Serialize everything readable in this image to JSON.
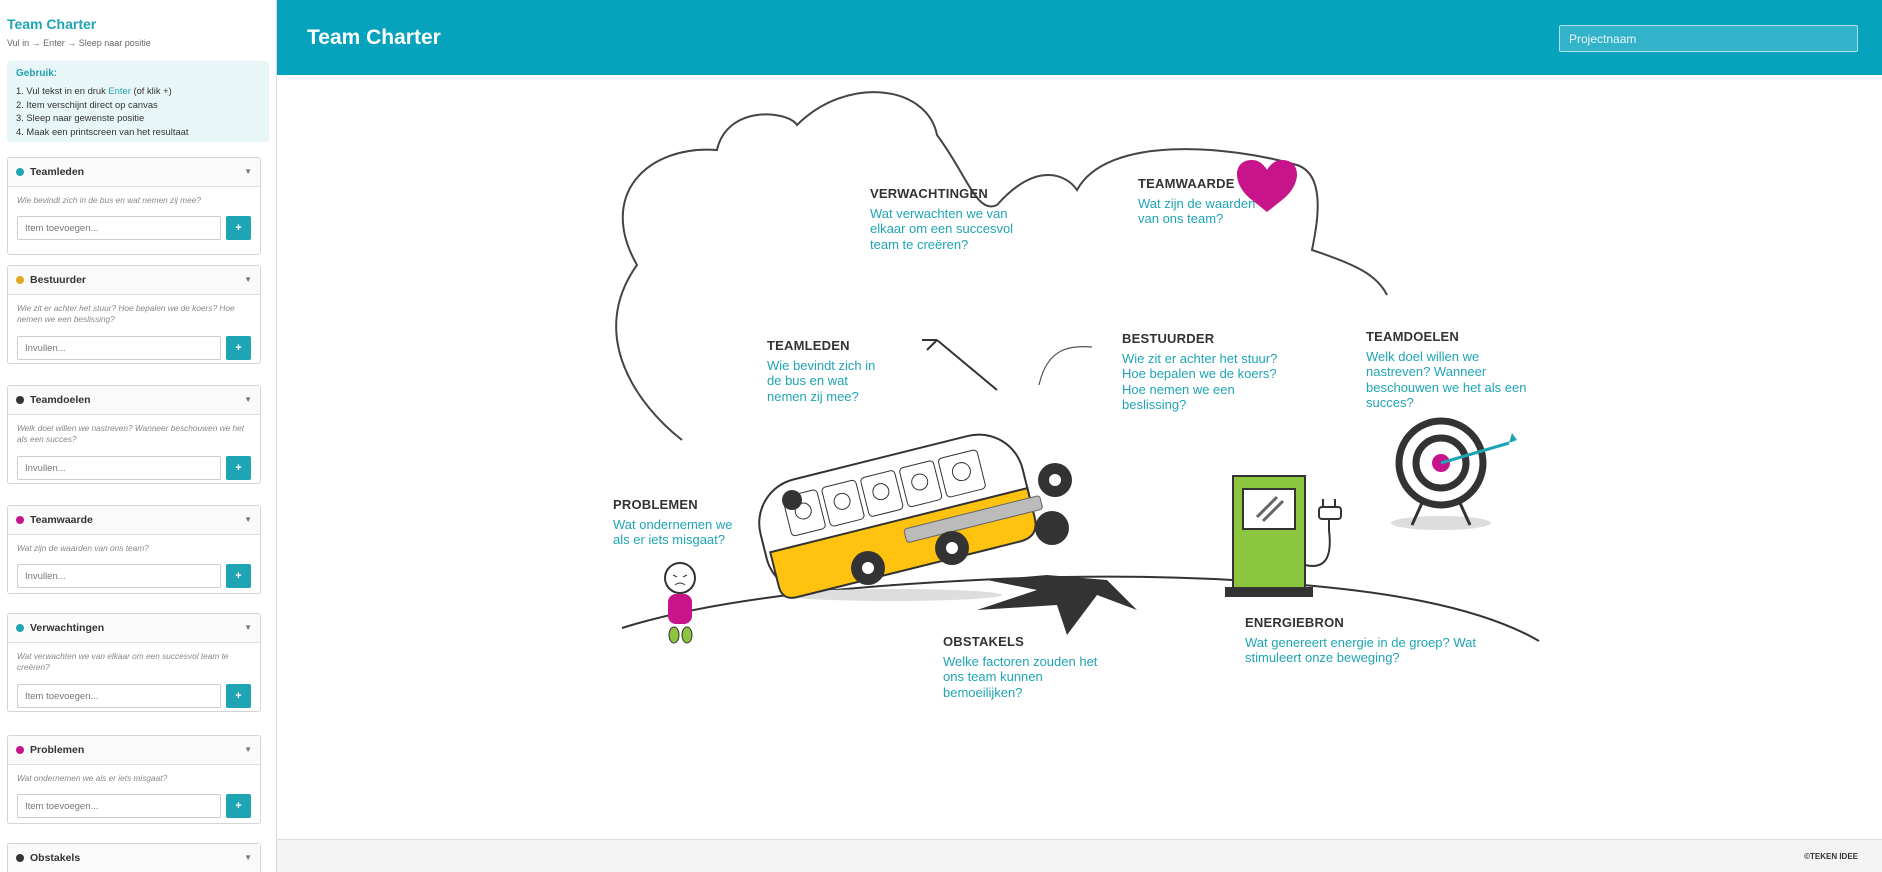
{
  "sidebar": {
    "title": "Team Charter",
    "subtitle": "Vul in → Enter → Sleep naar positie",
    "usage": {
      "title": "Gebruik:",
      "line1_pre": "1. Vul tekst in en druk ",
      "line1_hl": "Enter",
      "line1_post": " (of klik +)",
      "line2": "2. Item verschijnt direct op canvas",
      "line3": "3. Sleep naar gewenste positie",
      "line4": "4. Maak een printscreen van het resultaat"
    },
    "panels": [
      {
        "name": "Teamleden",
        "color": "#1fa4b4",
        "desc": "Wie bevindt zich in de bus en wat nemen zij mee?",
        "placeholder": "Item toevoegen..."
      },
      {
        "name": "Bestuurder",
        "color": "#e0a81c",
        "desc": "Wie zit er achter het stuur? Hoe bepalen we de koers? Hoe nemen we een beslissing?",
        "placeholder": "Invullen..."
      },
      {
        "name": "Teamdoelen",
        "color": "#333333",
        "desc": "Welk doel willen we nastreven? Wanneer beschouwen we het als een succes?",
        "placeholder": "Invullen..."
      },
      {
        "name": "Teamwaarde",
        "color": "#c8148a",
        "desc": "Wat zijn de waarden van ons team?",
        "placeholder": "Invullen..."
      },
      {
        "name": "Verwachtingen",
        "color": "#1fa4b4",
        "desc": "Wat verwachten we van elkaar om een succesvol team te creëren?",
        "placeholder": "Item toevoegen..."
      },
      {
        "name": "Problemen",
        "color": "#c8148a",
        "desc": "Wat ondernemen we als er iets misgaat?",
        "placeholder": "Item toevoegen..."
      },
      {
        "name": "Obstakels",
        "color": "#333333"
      }
    ],
    "add_label": "+",
    "collapse_icon": "▼"
  },
  "header": {
    "title": "Team Charter",
    "project_placeholder": "Projectnaam"
  },
  "canvas": {
    "verwachtingen": {
      "heading": "VERWACHTINGEN",
      "question": "Wat verwachten we van elkaar om een succesvol team te creëren?"
    },
    "teamwaarde": {
      "heading": "TEAMWAARDE",
      "question": "Wat zijn de waarden van ons team?"
    },
    "teamleden": {
      "heading": "TEAMLEDEN",
      "question": "Wie bevindt zich in de bus en wat nemen zij mee?"
    },
    "bestuurder": {
      "heading": "BESTUURDER",
      "question": "Wie zit er achter het stuur? Hoe bepalen we de koers? Hoe nemen we een beslissing?"
    },
    "teamdoelen": {
      "heading": "TEAMDOELEN",
      "question": "Welk doel willen we nastreven? Wanneer beschouwen we het als een succes?"
    },
    "problemen": {
      "heading": "PROBLEMEN",
      "question": "Wat ondernemen we als er iets misgaat?"
    },
    "obstakels": {
      "heading": "OBSTAKELS",
      "question": "Welke factoren zouden het ons team kunnen bemoeilijken?"
    },
    "energiebron": {
      "heading": "ENERGIEBRON",
      "question": "Wat genereert energie in de groep? Wat stimuleert onze beweging?"
    }
  },
  "footer": {
    "credit": "©TEKEN IDEE"
  },
  "colors": {
    "accent": "#07a3be",
    "teal": "#1fa4b4",
    "magenta": "#c8148a",
    "yellow": "#ffc20e",
    "green": "#8cc63f"
  }
}
